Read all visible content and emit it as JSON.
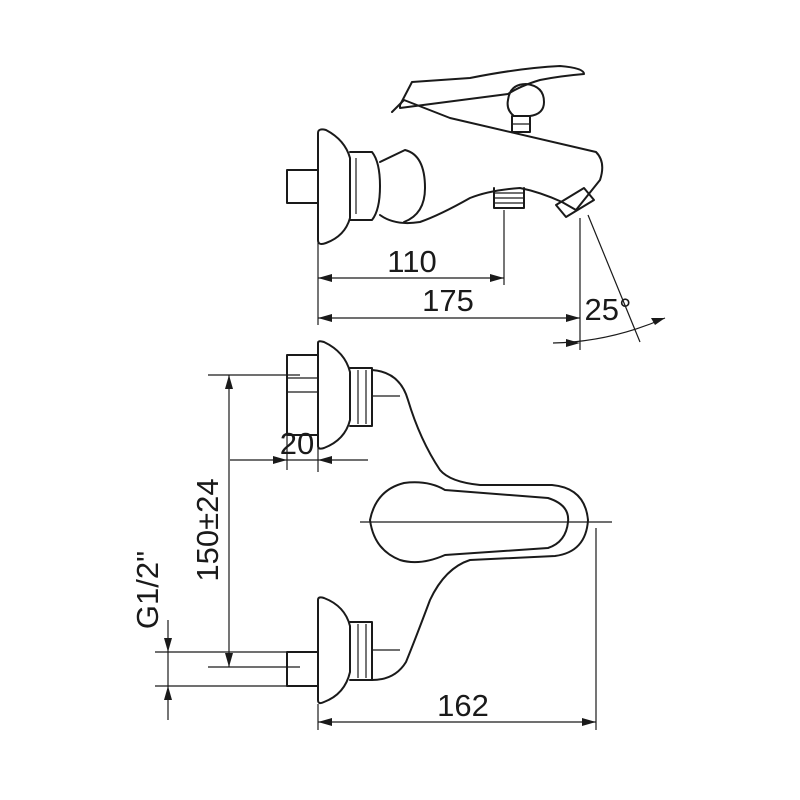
{
  "diagram": {
    "dimensions": {
      "d110": "110",
      "d175": "175",
      "angle": "25°",
      "d20": "20",
      "d150": "150±24",
      "thread": "G1/2\"",
      "d162": "162"
    }
  }
}
